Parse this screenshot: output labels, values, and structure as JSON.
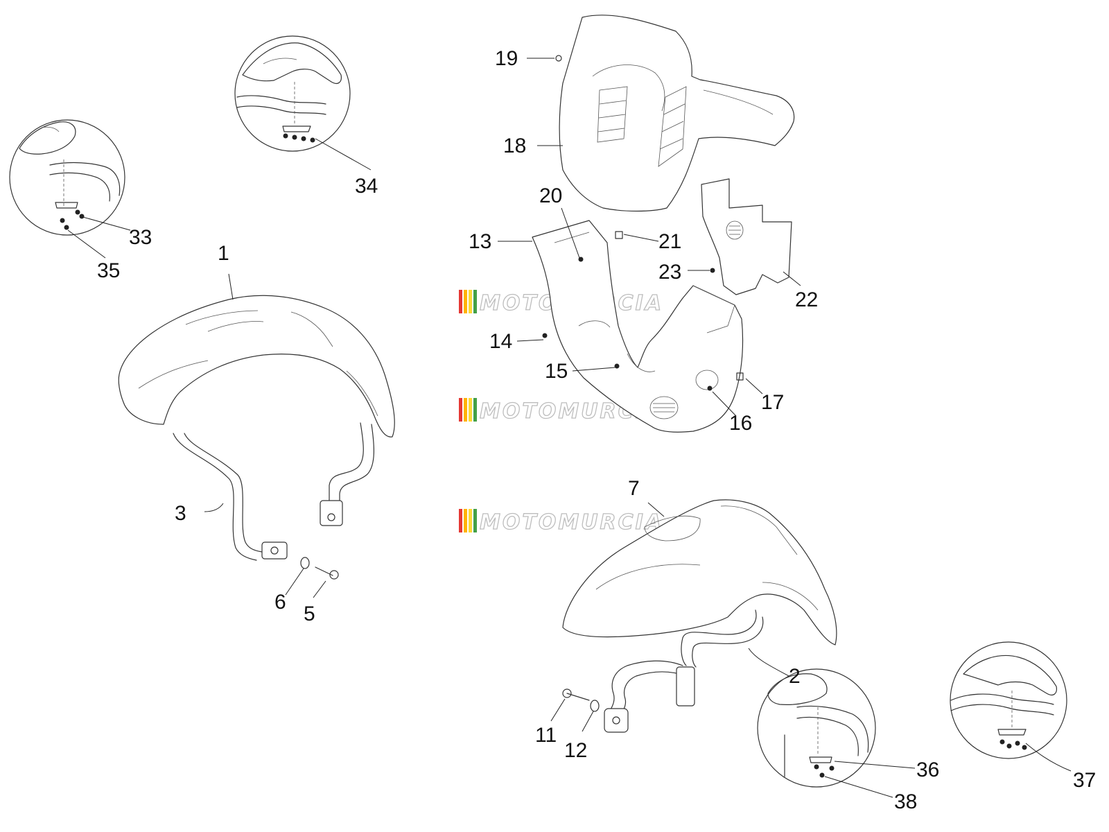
{
  "watermark": {
    "text": "MOTOMURCIA",
    "stripe_colors": [
      "#e53935",
      "#ffb300",
      "#fdd835",
      "#43a047"
    ]
  },
  "callouts": [
    {
      "id": "c1",
      "text": "1"
    },
    {
      "id": "c2",
      "text": "2"
    },
    {
      "id": "c3",
      "text": "3"
    },
    {
      "id": "c5",
      "text": "5"
    },
    {
      "id": "c6",
      "text": "6"
    },
    {
      "id": "c7",
      "text": "7"
    },
    {
      "id": "c11",
      "text": "11"
    },
    {
      "id": "c12",
      "text": "12"
    },
    {
      "id": "c13",
      "text": "13"
    },
    {
      "id": "c14",
      "text": "14"
    },
    {
      "id": "c15",
      "text": "15"
    },
    {
      "id": "c16",
      "text": "16"
    },
    {
      "id": "c17",
      "text": "17"
    },
    {
      "id": "c18",
      "text": "18"
    },
    {
      "id": "c19",
      "text": "19"
    },
    {
      "id": "c20",
      "text": "20"
    },
    {
      "id": "c21",
      "text": "21"
    },
    {
      "id": "c22",
      "text": "22"
    },
    {
      "id": "c23",
      "text": "23"
    },
    {
      "id": "c33",
      "text": "33"
    },
    {
      "id": "c34",
      "text": "34"
    },
    {
      "id": "c35",
      "text": "35"
    },
    {
      "id": "c36",
      "text": "36"
    },
    {
      "id": "c37",
      "text": "37"
    },
    {
      "id": "c38",
      "text": "38"
    }
  ]
}
